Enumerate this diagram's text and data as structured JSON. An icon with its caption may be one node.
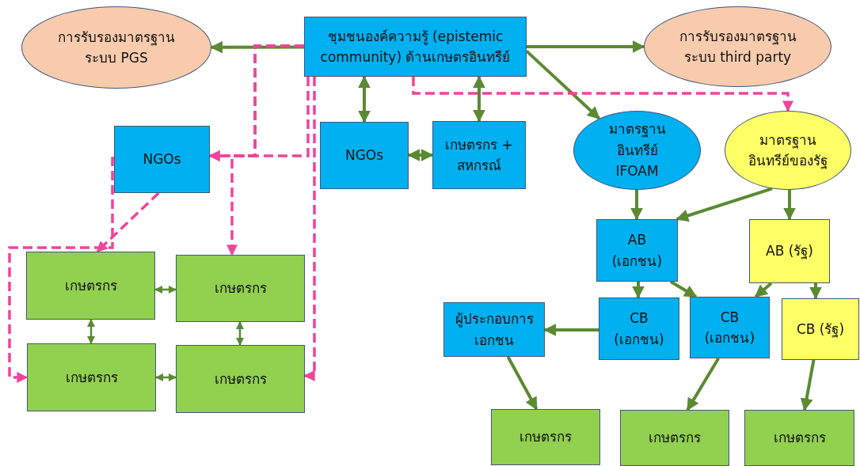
{
  "diagram": {
    "nodes": [
      {
        "text": [
          "การรับรองมาตรฐานระบบ PGS"
        ]
      },
      {
        "text": [
          "ชุมชนองค์ความรู้ (epistemic community) ด้านเกษตรอินทรีย์"
        ]
      },
      {
        "text": [
          "การรับรองมาตรฐานระบบ third party"
        ]
      },
      {
        "text": [
          "NGOs"
        ]
      },
      {
        "text": [
          "NGOs"
        ]
      },
      {
        "text": [
          "เกษตรกร + สหกรณ์"
        ]
      },
      {
        "text": [
          "มาตรฐานอินทรีย์ IFOAM"
        ]
      },
      {
        "text": [
          "มาตรฐานอินทรีย์ของรัฐ"
        ]
      },
      {
        "text": [
          "เกษตรกร"
        ]
      },
      {
        "text": [
          "เกษตรกร"
        ]
      },
      {
        "text": [
          "เกษตรกร"
        ]
      },
      {
        "text": [
          "เกษตรกร"
        ]
      },
      {
        "text": [
          "AB (เอกชน)"
        ]
      },
      {
        "text": [
          "AB (รัฐ)"
        ]
      },
      {
        "text": [
          "ผู้ประกอบการเอกชน"
        ]
      },
      {
        "text": [
          "CB (เอกชน)"
        ]
      },
      {
        "text": [
          "CB (เอกชน)"
        ]
      },
      {
        "text": [
          "CB (รัฐ)"
        ]
      },
      {
        "text": [
          "เกษตรกร"
        ]
      },
      {
        "text": [
          "เกษตรกร"
        ]
      },
      {
        "text": [
          "เกษตรกร"
        ]
      }
    ],
    "edges": [
      {
        "from": 1,
        "to": 0,
        "arrow": "to"
      },
      {
        "from": 1,
        "to": 2,
        "arrow": "to"
      },
      {
        "from": 1,
        "to": 6,
        "arrow": "to"
      },
      {
        "from": 1,
        "to": 4,
        "arrow": "both"
      },
      {
        "from": 1,
        "to": 5,
        "arrow": "both"
      },
      {
        "from": 4,
        "to": 5,
        "arrow": "both"
      },
      {
        "from": 6,
        "to": 12,
        "arrow": "to"
      },
      {
        "from": 7,
        "to": 12,
        "arrow": "to"
      },
      {
        "from": 7,
        "to": 13,
        "arrow": "to"
      },
      {
        "from": 12,
        "to": 15,
        "arrow": "to"
      },
      {
        "from": 12,
        "to": 16,
        "arrow": "to"
      },
      {
        "from": 13,
        "to": 16,
        "arrow": "to"
      },
      {
        "from": 13,
        "to": 17,
        "arrow": "to"
      },
      {
        "from": 15,
        "to": 14,
        "arrow": "to"
      },
      {
        "from": 14,
        "to": 18,
        "arrow": "to"
      },
      {
        "from": 16,
        "to": 19,
        "arrow": "to"
      },
      {
        "from": 17,
        "to": 20,
        "arrow": "to"
      },
      {
        "from": 8,
        "to": 9,
        "arrow": "both"
      },
      {
        "from": 8,
        "to": 10,
        "arrow": "both"
      },
      {
        "from": 9,
        "to": 11,
        "arrow": "both"
      },
      {
        "from": 10,
        "to": 11,
        "arrow": "both"
      },
      {
        "from": 1,
        "to": 3,
        "arrow": "to",
        "style": "dashed",
        "color": "#f0449a"
      },
      {
        "from": 1,
        "to": 3,
        "arrow": "to",
        "style": "dashed",
        "color": "#f0449a"
      },
      {
        "from": 1,
        "to": 9,
        "arrow": "to",
        "style": "dashed",
        "color": "#f0449a"
      },
      {
        "from": 1,
        "to": 11,
        "arrow": "to",
        "style": "dashed",
        "color": "#f0449a"
      },
      {
        "from": 3,
        "to": 8,
        "arrow": "to",
        "style": "dashed",
        "color": "#f0449a"
      },
      {
        "from": 3,
        "to": 10,
        "arrow": "to",
        "style": "dashed",
        "color": "#f0449a"
      },
      {
        "from": 1,
        "to": 7,
        "arrow": "to",
        "style": "dashed",
        "color": "#f0449a"
      }
    ]
  }
}
